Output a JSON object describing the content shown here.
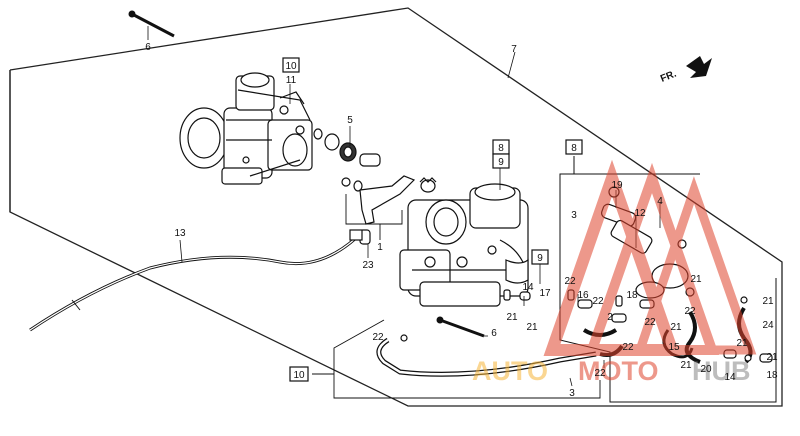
{
  "diagram": {
    "direction_label": "FR.",
    "watermark": {
      "part1": "AUTO",
      "part2": "MOTO",
      "part3": "HUB"
    },
    "callouts": [
      {
        "id": "c6a",
        "text": "6"
      },
      {
        "id": "c7",
        "text": "7"
      },
      {
        "id": "c10a",
        "text": "10"
      },
      {
        "id": "c11",
        "text": "11"
      },
      {
        "id": "c5",
        "text": "5"
      },
      {
        "id": "c8a",
        "text": "8"
      },
      {
        "id": "c9a",
        "text": "9"
      },
      {
        "id": "c8b",
        "text": "8"
      },
      {
        "id": "c3a",
        "text": "3"
      },
      {
        "id": "c19",
        "text": "19"
      },
      {
        "id": "c12",
        "text": "12"
      },
      {
        "id": "c4",
        "text": "4"
      },
      {
        "id": "c13",
        "text": "13"
      },
      {
        "id": "c1",
        "text": "1"
      },
      {
        "id": "c23",
        "text": "23"
      },
      {
        "id": "c9b",
        "text": "9"
      },
      {
        "id": "c14a",
        "text": "14"
      },
      {
        "id": "c17",
        "text": "17"
      },
      {
        "id": "c21a",
        "text": "21"
      },
      {
        "id": "c21b",
        "text": "21"
      },
      {
        "id": "c22a",
        "text": "22"
      },
      {
        "id": "c16",
        "text": "16"
      },
      {
        "id": "c22b",
        "text": "22"
      },
      {
        "id": "c18a",
        "text": "18"
      },
      {
        "id": "c2",
        "text": "2"
      },
      {
        "id": "c22c",
        "text": "22"
      },
      {
        "id": "c21c",
        "text": "21"
      },
      {
        "id": "c22d",
        "text": "22"
      },
      {
        "id": "c21d",
        "text": "21"
      },
      {
        "id": "c15",
        "text": "15"
      },
      {
        "id": "c22e",
        "text": "22"
      },
      {
        "id": "c20",
        "text": "20"
      },
      {
        "id": "c21e",
        "text": "21"
      },
      {
        "id": "c21f",
        "text": "21"
      },
      {
        "id": "c24",
        "text": "24"
      },
      {
        "id": "c21g",
        "text": "21"
      },
      {
        "id": "c21h",
        "text": "21"
      },
      {
        "id": "c14b",
        "text": "14"
      },
      {
        "id": "c18b",
        "text": "18"
      },
      {
        "id": "c6b",
        "text": "6"
      },
      {
        "id": "c22f",
        "text": "22"
      },
      {
        "id": "c22g",
        "text": "22"
      },
      {
        "id": "c10b",
        "text": "10"
      },
      {
        "id": "c3b",
        "text": "3"
      }
    ]
  }
}
